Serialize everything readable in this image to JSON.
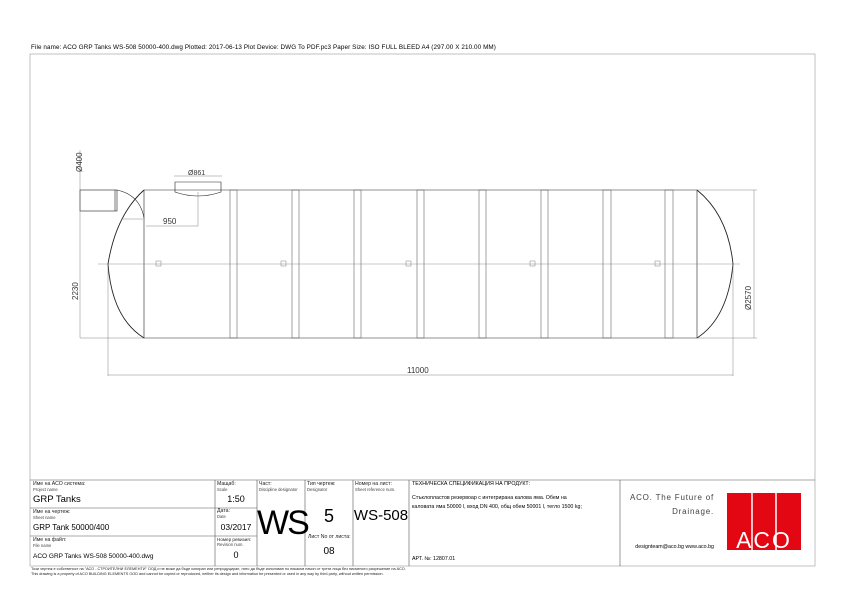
{
  "header": {
    "text": "File name: ACO GRP Tanks WS-508 50000-400.dwg   Plotted: 2017-06-13   Plot Device: DWG To PDF.pc3   Paper Size: ISO FULL BLEED A4 (297.00 X 210.00 MM)"
  },
  "drawing": {
    "dim_inlet": "Ø400",
    "dim_manhole": "Ø861",
    "dim_offset": "950",
    "dim_height": "2230",
    "dim_diameter": "Ø2570",
    "dim_length": "11000"
  },
  "title_block": {
    "project_label": "Име на АСО система:",
    "project_label_en": "Project name",
    "project_value": "GRP Tanks",
    "sheet_label": "Име на чертеж:",
    "sheet_label_en": "Sheet name",
    "sheet_value": "GRP Tank 50000/400",
    "file_label": "Име на файл:",
    "file_label_en": "File name",
    "file_value": "ACO GRP Tanks WS-508 50000-400.dwg",
    "scale_label": "Мащаб:",
    "scale_label_en": "Scale",
    "scale_value": "1:50",
    "date_label": "Дата:",
    "date_label_en": "Date",
    "date_value": "03/2017",
    "revision_label": "Номер ревизия:",
    "revision_label_en": "Revision num.",
    "revision_value": "0",
    "discipline_label": "Част:",
    "discipline_label_en": "Discipline designator",
    "discipline_value": "WS",
    "designator_label": "Тип чертеж:",
    "designator_label_en": "Designator",
    "designator_value": "5",
    "sheet_no_label": "Лист No от листа:",
    "sheet_no_value": "08",
    "sheet_ref_label": "Номер на лист:",
    "sheet_ref_label_en": "Sheet reference num.",
    "sheet_ref_value": "WS-508",
    "spec_title": "ТЕХНИЧЕСКА СПЕЦИФИКАЦИЯ НА ПРОДУКТ:",
    "spec_line1": "Стъклопластов резервоар с интегрирана калова яма. Обем на",
    "spec_line2": "каловата яма 50000 l, вход DN 400, общ обем 50001 l, тегло 1500 kg;",
    "art_no": "АРТ. №: 12807.01",
    "slogan_line1": "ACO. The Future of",
    "slogan_line2": "Drainage.",
    "contact": "designteam@aco.bg  www.aco.bg",
    "logo_text": "ACO",
    "logo_color": "#e30613"
  },
  "footer": {
    "line1": "Този чертеж е собственост на \"АСО - СТРОИТЕЛНИ ЕЛЕМЕНТИ\" ООД и не може да бъде копиран или репродуциран, нито да бъде използван по никакъв начин от трети лица без писменото разрешение на АСО.",
    "line2": "This drawing is a property of ACO BUILDING ELEMENTS OOD and cannot be copied or reproduced, neither its design and information be presented or used in any way by third party, without written permission."
  }
}
